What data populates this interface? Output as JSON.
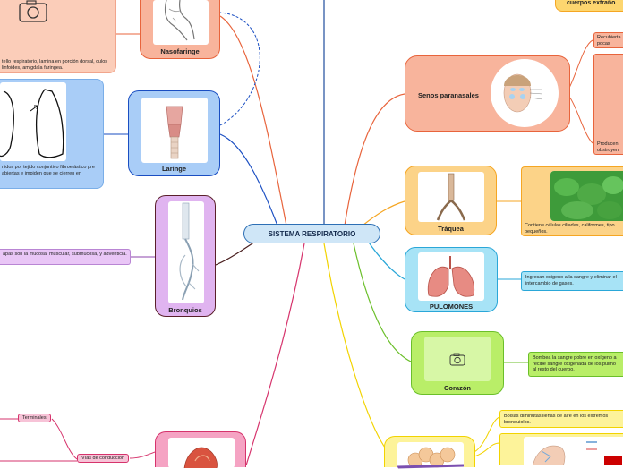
{
  "central": {
    "title": "SISTEMA RESPIRATORIO"
  },
  "nodes": {
    "nasofaringe": "Nasofaringe",
    "laringe": "Laringe",
    "bronquios": "Bronquios",
    "senos": "Senos paranasales",
    "traquea": "Tráquea",
    "pulmones": "PULOMONES",
    "corazon": "Corazón"
  },
  "notes": {
    "nasofaringe": "tello respiratorio, lamina en porción dorsal, culos linfoides, amigdala faringea.",
    "laringe": "nidos por tejido conjuntivo fibroelástico pre abiertas e impiden que se cierren en",
    "bronquios": "apas son la mucosa, muscular, submucosa, y adventicia.",
    "traquea": "Contiene células ciliadas, califormes, tipo pequeños.",
    "pulmones": "Ingresan oxigeno a la sangre y eliminar el intercambio de gases.",
    "corazon": "Bombea la sangre pobre en oxígeno a recibe sangre oxigenada de los pulmo al resto del cuerpo.",
    "alveolos": "Bolsas diminutas llenas de aire en los extremos bronquiolos.",
    "senos_top": "Recubierta pocas célu",
    "senos_bottom": "Producen obstruyen",
    "top_right": "cuerpos extraño"
  },
  "pills": {
    "terminales": "Terminales",
    "vias": "Vías de conducción"
  },
  "icons": {
    "camera": "camera-icon"
  }
}
